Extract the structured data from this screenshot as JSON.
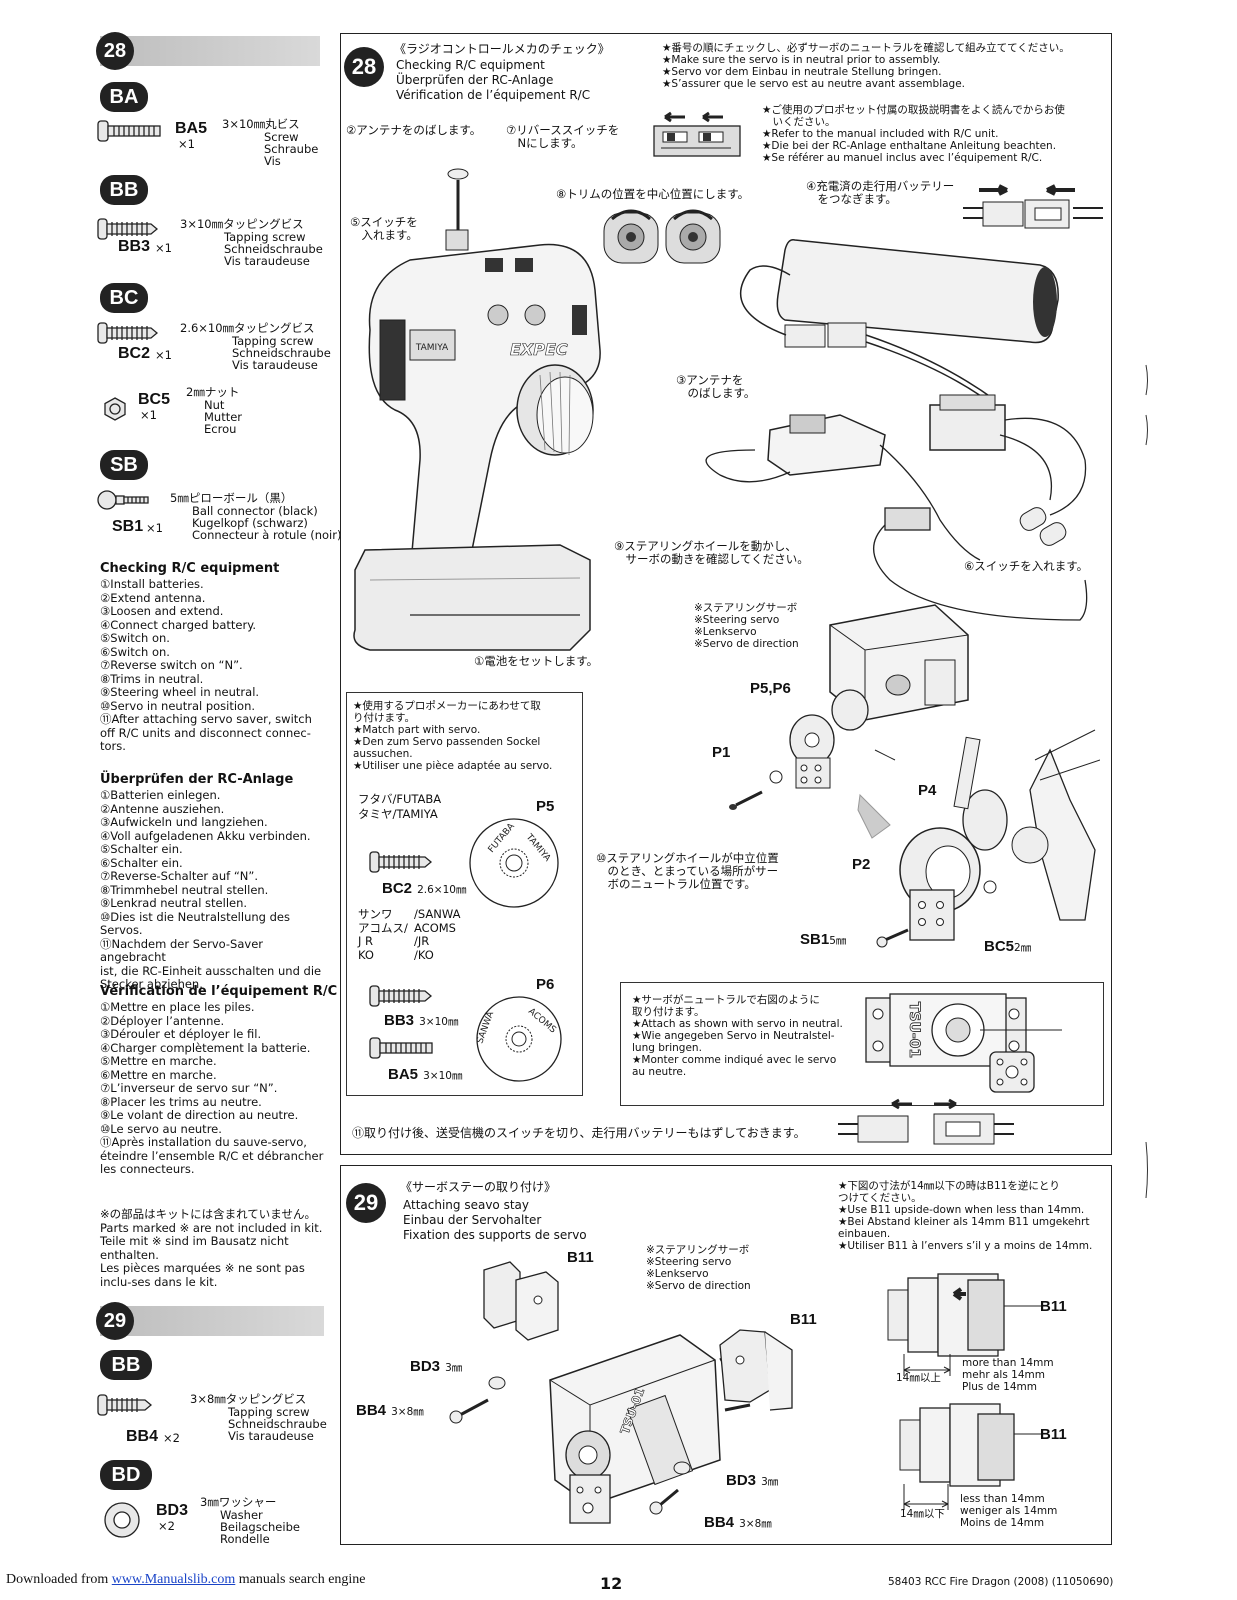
{
  "left": {
    "step28_badge": "28",
    "ba": {
      "badge": "BA",
      "code": "BA5",
      "qty": "×1",
      "size_jp": "3×10㎜丸ビス",
      "names": [
        "Screw",
        "Schraube",
        "Vis"
      ]
    },
    "bb": {
      "badge": "BB",
      "code": "BB3",
      "qty": "×1",
      "size_jp": "3×10㎜タッピングビス",
      "names": [
        "Tapping screw",
        "Schneidschraube",
        "Vis taraudeuse"
      ]
    },
    "bc": {
      "badge": "BC",
      "code": "BC2",
      "qty": "×1",
      "size_jp": "2.6×10㎜タッピングビス",
      "names": [
        "Tapping screw",
        "Schneidschraube",
        "Vis taraudeuse"
      ],
      "nut_code": "BC5",
      "nut_qty": "×1",
      "nut_jp": "2㎜ナット",
      "nut_names": [
        "Nut",
        "Mutter",
        "Ecrou"
      ]
    },
    "sb": {
      "badge": "SB",
      "code": "SB1",
      "qty": "×1",
      "size_jp": "5㎜ピローボール（黒）",
      "names": [
        "Ball connector (black)",
        "Kugelkopf (schwarz)",
        "Connecteur à rotule (noir)"
      ]
    },
    "checking_en_title": "Checking R/C equipment",
    "checking_en": [
      "①Install batteries.",
      "②Extend antenna.",
      "③Loosen and extend.",
      "④Connect charged battery.",
      "⑤Switch on.",
      "⑥Switch on.",
      "⑦Reverse switch on “N”.",
      "⑧Trims in neutral.",
      "⑨Steering wheel in neutral.",
      "⑩Servo in neutral position.",
      "⑪After attaching servo saver, switch",
      "off R/C units and disconnect connec-",
      "tors."
    ],
    "checking_de_title": "Überprüfen der RC-Anlage",
    "checking_de": [
      "①Batterien einlegen.",
      "②Antenne ausziehen.",
      "③Aufwickeln und langziehen.",
      "④Voll aufgeladenen Akku verbinden.",
      "⑤Schalter ein.",
      "⑥Schalter ein.",
      "⑦Reverse-Schalter auf “N”.",
      "⑧Trimmhebel neutral stellen.",
      "⑨Lenkrad neutral stellen.",
      "⑩Dies ist die Neutralstellung des Servos.",
      "⑪Nachdem der Servo-Saver angebracht",
      "ist, die RC-Einheit ausschalten und die",
      "Stecker abziehen."
    ],
    "checking_fr_title": "Vérification de l’équipement R/C",
    "checking_fr": [
      "①Mettre en place les piles.",
      "②Déployer l’antenne.",
      "③Dérouler et déployer le fil.",
      "④Charger complètement la batterie.",
      "⑤Mettre en marche.",
      "⑥Mettre en marche.",
      "⑦L’inverseur de servo sur “N”.",
      "⑧Placer les trims au neutre.",
      "⑨Le volant de direction au neutre.",
      "⑩Le servo au neutre.",
      "⑪Après installation du sauve-servo,",
      "éteindre l’ensemble R/C et débrancher",
      "les connecteurs."
    ],
    "not_included": [
      "※の部品はキットには含まれていません。",
      "Parts marked ※ are not included in kit.",
      "Teile mit ※ sind im Bausatz nicht",
      "enthalten.",
      "Les pièces marquées ※ ne sont pas",
      "inclu-ses dans le kit."
    ],
    "step29_badge": "29",
    "bb29": {
      "badge": "BB",
      "code": "BB4",
      "qty": "×2",
      "size_jp": "3×8㎜タッピングビス",
      "names": [
        "Tapping screw",
        "Schneidschraube",
        "Vis taraudeuse"
      ]
    },
    "bd29": {
      "badge": "BD",
      "code": "BD3",
      "qty": "×2",
      "size_jp": "3㎜ワッシャー",
      "names": [
        "Washer",
        "Beilagscheibe",
        "Rondelle"
      ]
    }
  },
  "step28": {
    "num": "28",
    "title_jp": "《ラジオコントロールメカのチェック》",
    "title_en": "Checking R/C equipment",
    "title_de": "Überprüfen der RC-Anlage",
    "title_fr": "Vérification de l’équipement R/C",
    "notice": [
      "★番号の順にチェックし、必ずサーボのニュートラルを確認して組み立ててください。",
      "★Make sure the servo is in neutral prior to assembly.",
      "★Servo vor dem Einbau in neutrale Stellung bringen.",
      "★S’assurer que le servo est au neutre avant assemblage."
    ],
    "manual_note": [
      "★ご使用のプロポセット付属の取扱説明書をよく読んでからお使",
      "　いください。",
      "★Refer to the manual included with R/C unit.",
      "★Die bei der RC-Anlage enthaltane Anleitung beachten.",
      "★Se référer au manuel inclus avec l’équipement R/C."
    ],
    "c2": "②アンテナをのばします。",
    "c7": [
      "⑦リバーススイッチを",
      "　Nにします。"
    ],
    "c8": "⑧トリムの位置を中心位置にします。",
    "c4": [
      "④充電済の走行用バッテリー",
      "　をつなぎます。"
    ],
    "c5": [
      "⑤スイッチを",
      "　入れます。"
    ],
    "c3": [
      "③アンテナを",
      "　のばします。"
    ],
    "c9": [
      "⑨ステアリングホイールを動かし、",
      "　サーボの動きを確認してください。"
    ],
    "c6": "⑥スイッチを入れます。",
    "c1": "①電池をセットします。",
    "servo_label": [
      "※ステアリングサーボ",
      "※Steering servo",
      "※Lenkservo",
      "※Servo de direction"
    ],
    "p5p6": "P5,P6",
    "p1": "P1",
    "p4": "P4",
    "p2": "P2",
    "sb1": "SB1",
    "sb1_size": "5㎜",
    "bc5": "BC5",
    "bc5_size": "2㎜",
    "c10": [
      "⑩ステアリングホイールが中立位置",
      "　のとき、とまっている場所がサー",
      "　ボのニュートラル位置です。"
    ],
    "match_note": [
      "★使用するプロポメーカーにあわせて取",
      "り付けます。",
      "★Match part with servo.",
      "★Den zum Servo passenden Sockel",
      "aussuchen.",
      "★Utiliser une pièce adaptée au servo."
    ],
    "futaba_jp": "フタバ/",
    "futaba": "FUTABA",
    "tamiya_jp": "タミヤ/",
    "tamiya": "TAMIYA",
    "p5": "P5",
    "bc2": "BC2",
    "bc2_size": "2.6×10㎜",
    "sanwa_rows": [
      [
        "サンワ",
        "/SANWA"
      ],
      [
        "アコムス/",
        "ACOMS"
      ],
      [
        "J R",
        "/JR"
      ],
      [
        "KO",
        "/KO"
      ]
    ],
    "p6": "P6",
    "bb3": "BB3",
    "bb3_size": "3×10㎜",
    "ba5": "BA5",
    "ba5_size": "3×10㎜",
    "neutral_note": [
      "★サーボがニュートラルで右図のように",
      "取り付けます。",
      "★Attach as shown with servo in neutral.",
      "★Wie angegeben Servo in Neutralstel-",
      "lung bringen.",
      "★Monter comme indiqué avec le servo",
      "au neutre."
    ],
    "tsu01": "TSU-01",
    "c11": "⑪取り付け後、送受信機のスイッチを切り、走行用バッテリーもはずしておきます。",
    "disc_code": [
      "FUTABA",
      "TAMIYA",
      "SANWA",
      "ACOMS"
    ]
  },
  "step29": {
    "num": "29",
    "title_jp": "《サーボステーの取り付け》",
    "title_en": "Attaching seavo stay",
    "title_de": "Einbau der Servohalter",
    "title_fr": "Fixation des supports de servo",
    "notice": [
      "★下図の寸法が14㎜以下の時はB11を逆にとり",
      "つけてください。",
      "★Use B11 upside-down when less than 14mm.",
      "★Bei Abstand kleiner als 14mm B11 umgekehrt",
      "einbauen.",
      "★Utiliser B11 à l’envers s’il y a moins de 14mm."
    ],
    "servo_label": [
      "※ステアリングサーボ",
      "※Steering servo",
      "※Lenkservo",
      "※Servo de direction"
    ],
    "b11": "B11",
    "bd3": "BD3",
    "bd3_size": "3㎜",
    "bb4": "BB4",
    "bb4_size": "3×8㎜",
    "more_jp": "14㎜以上",
    "more": [
      "more than 14mm",
      "mehr als 14mm",
      "Plus de 14mm"
    ],
    "less_jp": "14㎜以下",
    "less": [
      "less than 14mm",
      "weniger als 14mm",
      "Moins de 14mm"
    ]
  },
  "footer": {
    "downloaded": "Downloaded from",
    "link": "www.Manualslib.com",
    "rest": " manuals search engine",
    "page": "12",
    "product": "58403 RCC Fire Dragon (2008) (11050690)"
  }
}
